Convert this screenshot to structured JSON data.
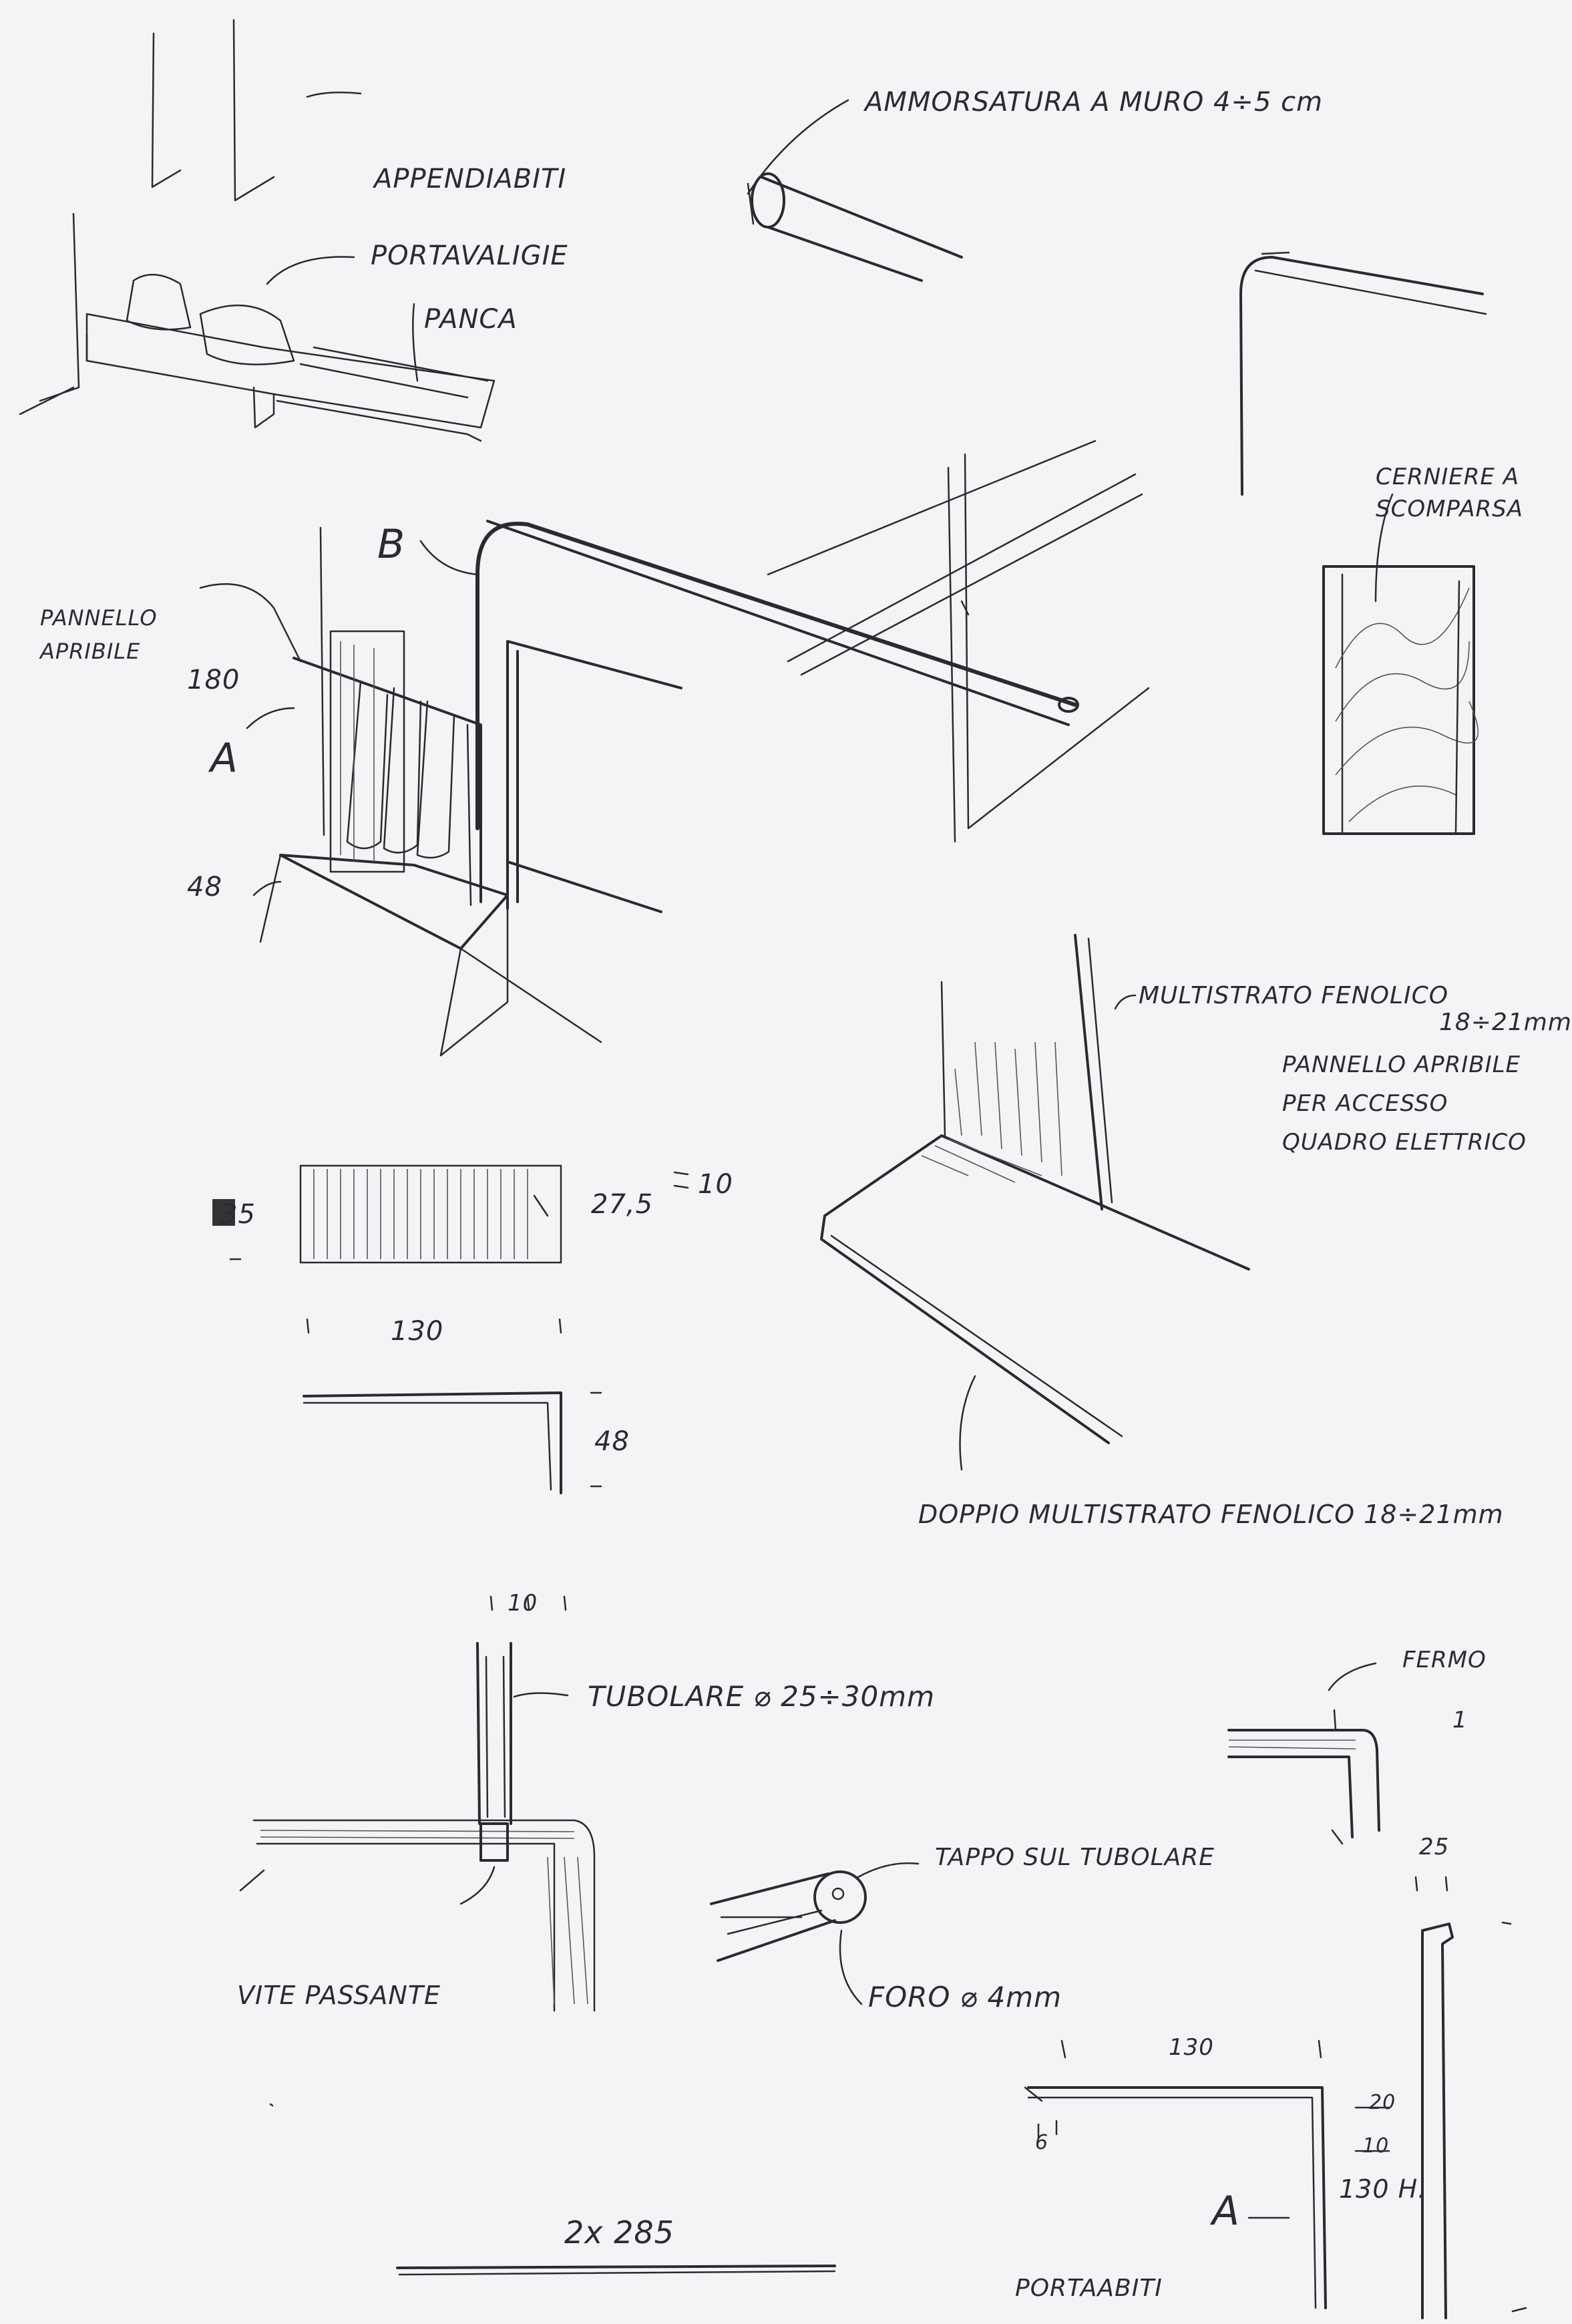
{
  "labels": {
    "appendiabiti": "APPENDIABITI",
    "portavaligie": "PORTAVALIGIE",
    "panca": "PANCA",
    "ammorsatura": "AMMORSATURA A MURO 4÷5 cm",
    "cerniere": "CERNIERE A SCOMPARSA",
    "pannello_apribile": "PANNELLO APRIBILE",
    "letter_b": "B",
    "letter_a": "A",
    "multistrato": "MULTISTRATO FENOLICO",
    "multistrato_size": "18÷21mm",
    "pannello_accesso": "PANNELLO APRIBILE PER ACCESSO QUADRO ELETTRICO",
    "doppio": "DOPPIO MULTISTRATO FENOLICO 18÷21mm",
    "tubolare": "TUBOLARE ⌀ 25÷30mm",
    "fermo": "FERMO",
    "tappo": "TAPPO SUL TUBOLARE",
    "foro": "FORO ⌀ 4mm",
    "vite": "VITE PASSANTE",
    "portaabiti": "PORTAABITI",
    "rod_count": "2x 285"
  },
  "dimensions": {
    "d180": "180",
    "d48a": "48",
    "d35": "35",
    "d27_5": "27,5",
    "d10": "10",
    "d130a": "130",
    "d48b": "48",
    "d10b": "10",
    "d1": "1",
    "d25": "25",
    "d130b": "130",
    "d20": "20",
    "d10c": "10",
    "d6": "6",
    "d130h": "130 H."
  }
}
